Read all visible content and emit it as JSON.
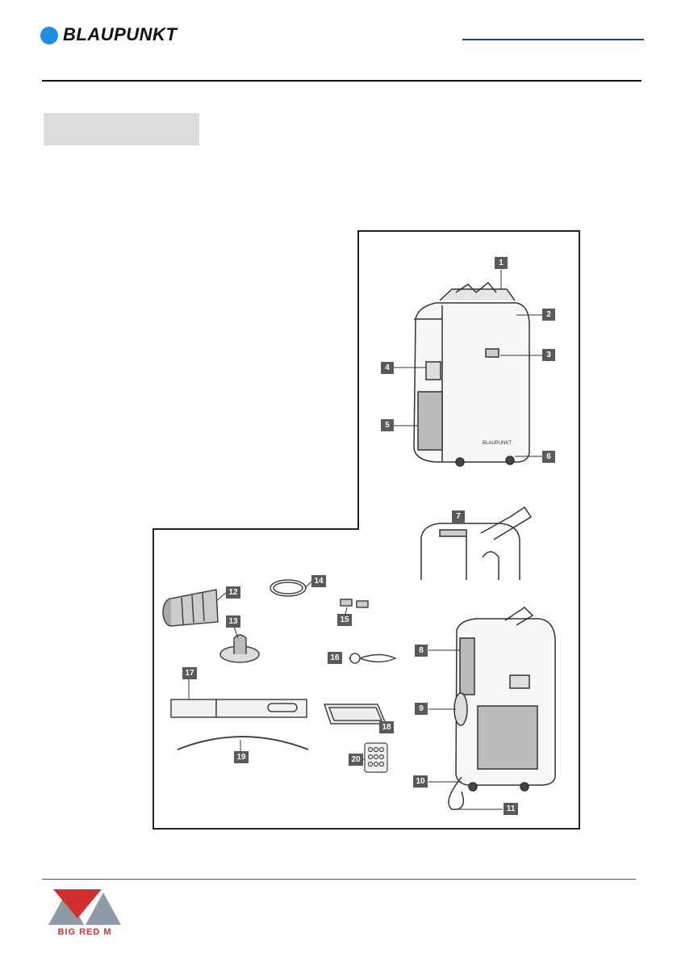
{
  "header": {
    "brand": "BLAUPUNKT"
  },
  "footer": {
    "logo_text": "BIG RED M"
  },
  "colors": {
    "brand_blue": "#1f8fe6",
    "rule_blue": "#1f3f8f",
    "logo_red": "#d32f2f",
    "logo_gray": "#8e9aa5",
    "label_bg": "#5a5a5a"
  },
  "figure": {
    "labels": [
      "1",
      "2",
      "3",
      "4",
      "5",
      "6",
      "7",
      "8",
      "9",
      "10",
      "11",
      "12",
      "13",
      "14",
      "15",
      "16",
      "17",
      "18",
      "19",
      "20"
    ]
  }
}
